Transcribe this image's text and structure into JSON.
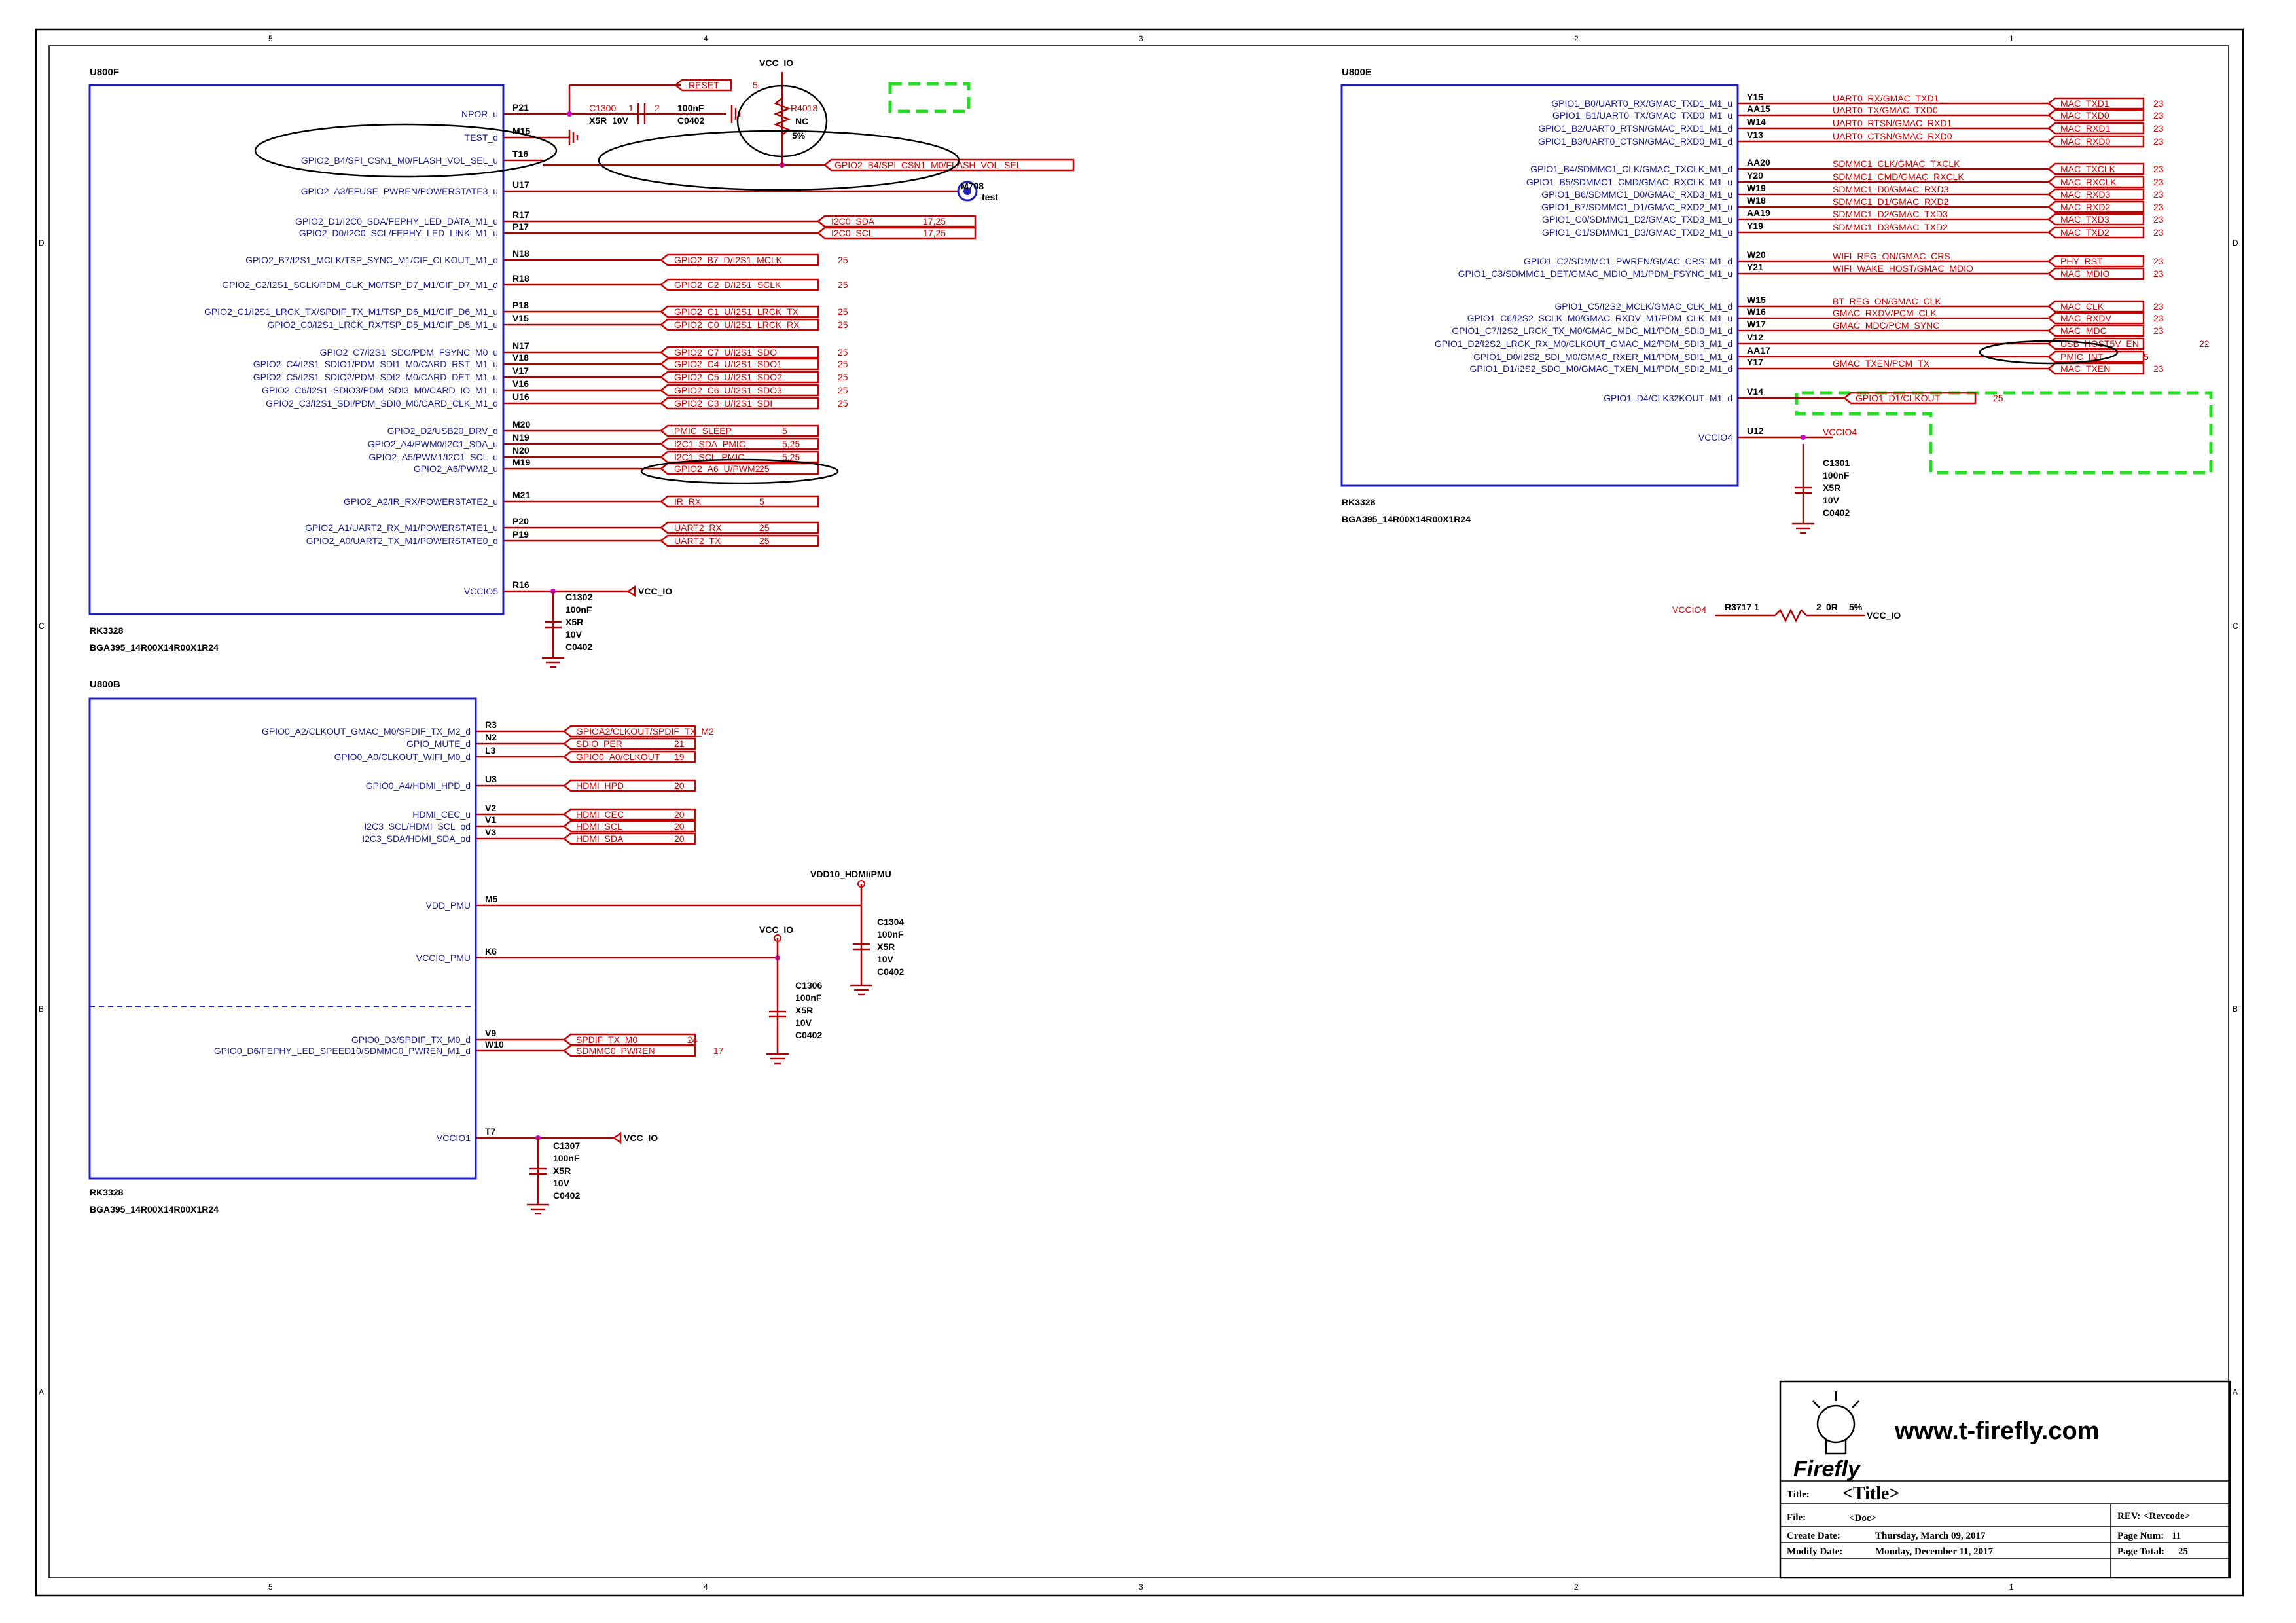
{
  "zones": {
    "columns": [
      "5",
      "4",
      "3",
      "2",
      "1"
    ],
    "rows": [
      "D",
      "C",
      "B",
      "A"
    ]
  },
  "title_block": {
    "url": "www.t-firefly.com",
    "logo_text": "Firefly",
    "title_label": "Title:",
    "title_value": "<Title>",
    "file_label": "File:",
    "file_value": "<Doc>",
    "rev_label": "REV:",
    "rev_value": "<Revcode>",
    "create_label": "Create Date:",
    "create_value": "Thursday, March 09, 2017",
    "modify_label": "Modify Date:",
    "modify_value": "Monday, December 11, 2017",
    "page_num_label": "Page Num:",
    "page_num": "11",
    "page_total_label": "Page Total:",
    "page_total": "25"
  },
  "u800f": {
    "ref": "U800F",
    "part": "RK3328",
    "package": "BGA395_14R00X14R00X1R24",
    "pins": [
      {
        "name": "NPOR_u",
        "num": "P21",
        "net": "RESET",
        "page": "5"
      },
      {
        "name": "TEST_d",
        "num": "M15",
        "net": "",
        "page": ""
      },
      {
        "name": "GPIO2_B4/SPI_CSN1_M0/FLASH_VOL_SEL_u",
        "num": "T16",
        "net": "GPIO2_B4/SPI_CSN1_M0/FLASH_VOL_SEL",
        "page": ""
      },
      {
        "name": "GPIO2_A3/EFUSE_PWREN/POWERSTATE3_u",
        "num": "U17",
        "net": "",
        "page": ""
      },
      {
        "name": "GPIO2_D1/I2C0_SDA/FEPHY_LED_DATA_M1_u",
        "num": "R17",
        "net": "I2C0_SDA",
        "page": "17,25"
      },
      {
        "name": "GPIO2_D0/I2C0_SCL/FEPHY_LED_LINK_M1_u",
        "num": "P17",
        "net": "I2C0_SCL",
        "page": "17,25"
      },
      {
        "name": "GPIO2_B7/I2S1_MCLK/TSP_SYNC_M1/CIF_CLKOUT_M1_d",
        "num": "N18",
        "net": "GPIO2_B7_D/I2S1_MCLK",
        "page": "25"
      },
      {
        "name": "GPIO2_C2/I2S1_SCLK/PDM_CLK_M0/TSP_D7_M1/CIF_D7_M1_d",
        "num": "R18",
        "net": "GPIO2_C2_D/I2S1_SCLK",
        "page": "25"
      },
      {
        "name": "GPIO2_C1/I2S1_LRCK_TX/SPDIF_TX_M1/TSP_D6_M1/CIF_D6_M1_u",
        "num": "P18",
        "net": "GPIO2_C1_U/I2S1_LRCK_TX",
        "page": "25"
      },
      {
        "name": "GPIO2_C0/I2S1_LRCK_RX/TSP_D5_M1/CIF_D5_M1_u",
        "num": "V15",
        "net": "GPIO2_C0_U/I2S1_LRCK_RX",
        "page": "25"
      },
      {
        "name": "GPIO2_C7/I2S1_SDO/PDM_FSYNC_M0_u",
        "num": "N17",
        "net": "GPIO2_C7_U/I2S1_SDO",
        "page": "25"
      },
      {
        "name": "GPIO2_C4/I2S1_SDIO1/PDM_SDI1_M0/CARD_RST_M1_u",
        "num": "V18",
        "net": "GPIO2_C4_U/I2S1_SDO1",
        "page": "25"
      },
      {
        "name": "GPIO2_C5/I2S1_SDIO2/PDM_SDI2_M0/CARD_DET_M1_u",
        "num": "V17",
        "net": "GPIO2_C5_U/I2S1_SDO2",
        "page": "25"
      },
      {
        "name": "GPIO2_C6/I2S1_SDIO3/PDM_SDI3_M0/CARD_IO_M1_u",
        "num": "V16",
        "net": "GPIO2_C6_U/I2S1_SDO3",
        "page": "25"
      },
      {
        "name": "GPIO2_C3/I2S1_SDI/PDM_SDI0_M0/CARD_CLK_M1_d",
        "num": "U16",
        "net": "GPIO2_C3_U/I2S1_SDI",
        "page": "25"
      },
      {
        "name": "GPIO2_D2/USB20_DRV_d",
        "num": "M20",
        "net": "PMIC_SLEEP",
        "page": "5"
      },
      {
        "name": "GPIO2_A4/PWM0/I2C1_SDA_u",
        "num": "N19",
        "net": "I2C1_SDA_PMIC",
        "page": "5,25"
      },
      {
        "name": "GPIO2_A5/PWM1/I2C1_SCL_u",
        "num": "N20",
        "net": "I2C1_SCL_PMIC",
        "page": "5,25"
      },
      {
        "name": "GPIO2_A6/PWM2_u",
        "num": "M19",
        "net": "GPIO2_A6_U/PWM2",
        "page": "25"
      },
      {
        "name": "GPIO2_A2/IR_RX/POWERSTATE2_u",
        "num": "M21",
        "net": "IR_RX",
        "page": "5"
      },
      {
        "name": "GPIO2_A1/UART2_RX_M1/POWERSTATE1_u",
        "num": "P20",
        "net": "UART2_RX",
        "page": "25"
      },
      {
        "name": "GPIO2_A0/UART2_TX_M1/POWERSTATE0_d",
        "num": "P19",
        "net": "UART2_TX",
        "page": "25"
      },
      {
        "name": "VCCIO5",
        "num": "R16",
        "net": "VCC_IO",
        "page": ""
      }
    ]
  },
  "u800e": {
    "ref": "U800E",
    "part": "RK3328",
    "package": "BGA395_14R00X14R00X1R24",
    "pins": [
      {
        "name": "GPIO1_B0/UART0_RX/GMAC_TXD1_M1_u",
        "num": "Y15",
        "net": "UART0_RX/GMAC_TXD1",
        "flag": "MAC_TXD1",
        "page": "23"
      },
      {
        "name": "GPIO1_B1/UART0_TX/GMAC_TXD0_M1_u",
        "num": "AA15",
        "net": "UART0_TX/GMAC_TXD0",
        "flag": "MAC_TXD0",
        "page": "23"
      },
      {
        "name": "GPIO1_B2/UART0_RTSN/GMAC_RXD1_M1_d",
        "num": "W14",
        "net": "UART0_RTSN/GMAC_RXD1",
        "flag": "MAC_RXD1",
        "page": "23"
      },
      {
        "name": "GPIO1_B3/UART0_CTSN/GMAC_RXD0_M1_d",
        "num": "V13",
        "net": "UART0_CTSN/GMAC_RXD0",
        "flag": "MAC_RXD0",
        "page": "23"
      },
      {
        "name": "GPIO1_B4/SDMMC1_CLK/GMAC_TXCLK_M1_d",
        "num": "AA20",
        "net": "SDMMC1_CLK/GMAC_TXCLK",
        "flag": "MAC_TXCLK",
        "page": "23"
      },
      {
        "name": "GPIO1_B5/SDMMC1_CMD/GMAC_RXCLK_M1_u",
        "num": "Y20",
        "net": "SDMMC1_CMD/GMAC_RXCLK",
        "flag": "MAC_RXCLK",
        "page": "23"
      },
      {
        "name": "GPIO1_B6/SDMMC1_D0/GMAC_RXD3_M1_u",
        "num": "W19",
        "net": "SDMMC1_D0/GMAC_RXD3",
        "flag": "MAC_RXD3",
        "page": "23"
      },
      {
        "name": "GPIO1_B7/SDMMC1_D1/GMAC_RXD2_M1_u",
        "num": "W18",
        "net": "SDMMC1_D1/GMAC_RXD2",
        "flag": "MAC_RXD2",
        "page": "23"
      },
      {
        "name": "GPIO1_C0/SDMMC1_D2/GMAC_TXD3_M1_u",
        "num": "AA19",
        "net": "SDMMC1_D2/GMAC_TXD3",
        "flag": "MAC_TXD3",
        "page": "23"
      },
      {
        "name": "GPIO1_C1/SDMMC1_D3/GMAC_TXD2_M1_u",
        "num": "Y19",
        "net": "SDMMC1_D3/GMAC_TXD2",
        "flag": "MAC_TXD2",
        "page": "23"
      },
      {
        "name": "GPIO1_C2/SDMMC1_PWREN/GMAC_CRS_M1_d",
        "num": "W20",
        "net": "WIFI_REG_ON/GMAC_CRS",
        "flag": "PHY_RST",
        "page": "23"
      },
      {
        "name": "GPIO1_C3/SDMMC1_DET/GMAC_MDIO_M1/PDM_FSYNC_M1_u",
        "num": "Y21",
        "net": "WIFI_WAKE_HOST/GMAC_MDIO",
        "flag": "MAC_MDIO",
        "page": "23"
      },
      {
        "name": "GPIO1_C5/I2S2_MCLK/GMAC_CLK_M1_d",
        "num": "W15",
        "net": "BT_REG_ON/GMAC_CLK",
        "flag": "MAC_CLK",
        "page": "23"
      },
      {
        "name": "GPIO1_C6/I2S2_SCLK_M0/GMAC_RXDV_M1/PDM_CLK_M1_u",
        "num": "W16",
        "net": "GMAC_RXDV/PCM_CLK",
        "flag": "MAC_RXDV",
        "page": "23"
      },
      {
        "name": "GPIO1_C7/I2S2_LRCK_TX_M0/GMAC_MDC_M1/PDM_SDI0_M1_d",
        "num": "W17",
        "net": "GMAC_MDC/PCM_SYNC",
        "flag": "MAC_MDC",
        "page": "23"
      },
      {
        "name": "GPIO1_D2/I2S2_LRCK_RX_M0/CLKOUT_GMAC_M2/PDM_SDI3_M1_d",
        "num": "V12",
        "net": "",
        "flag": "USB_HOST5V_EN",
        "page": "22"
      },
      {
        "name": "GPIO1_D0/I2S2_SDI_M0/GMAC_RXER_M1/PDM_SDI1_M1_d",
        "num": "AA17",
        "net": "",
        "flag": "PMIC_INT",
        "page": "5"
      },
      {
        "name": "GPIO1_D1/I2S2_SDO_M0/GMAC_TXEN_M1/PDM_SDI2_M1_d",
        "num": "Y17",
        "net": "GMAC_TXEN/PCM_TX",
        "flag": "MAC_TXEN",
        "page": "23"
      },
      {
        "name": "GPIO1_D4/CLK32KOUT_M1_d",
        "num": "V14",
        "net": "GPIO1_D1/CLKOUT",
        "flag": "",
        "page": "25"
      },
      {
        "name": "VCCIO4",
        "num": "U12",
        "net": "VCCIO4",
        "flag": "",
        "page": ""
      }
    ]
  },
  "u800b": {
    "ref": "U800B",
    "part": "RK3328",
    "package": "BGA395_14R00X14R00X1R24",
    "pins": [
      {
        "name": "GPIO0_A2/CLKOUT_GMAC_M0/SPDIF_TX_M2_d",
        "num": "R3",
        "net": "GPIOA2/CLKOUT/SPDIF_TX_M2",
        "page": ""
      },
      {
        "name": "GPIO_MUTE_d",
        "num": "N2",
        "net": "SDIO_PER",
        "page": "21"
      },
      {
        "name": "GPIO0_A0/CLKOUT_WIFI_M0_d",
        "num": "L3",
        "net": "GPIO0_A0/CLKOUT",
        "page": "19"
      },
      {
        "name": "GPIO0_A4/HDMI_HPD_d",
        "num": "U3",
        "net": "HDMI_HPD",
        "page": "20"
      },
      {
        "name": "HDMI_CEC_u",
        "num": "V2",
        "net": "HDMI_CEC",
        "page": "20"
      },
      {
        "name": "I2C3_SCL/HDMI_SCL_od",
        "num": "V1",
        "net": "HDMI_SCL",
        "page": "20"
      },
      {
        "name": "I2C3_SDA/HDMI_SDA_od",
        "num": "V3",
        "net": "HDMI_SDA",
        "page": "20"
      },
      {
        "name": "VDD_PMU",
        "num": "M5",
        "net": "VDD10_HDMI/PMU",
        "page": ""
      },
      {
        "name": "VCCIO_PMU",
        "num": "K6",
        "net": "VCC_IO",
        "page": ""
      },
      {
        "name": "GPIO0_D3/SPDIF_TX_M0_d",
        "num": "V9",
        "net": "SPDIF_TX_M0",
        "page": "24"
      },
      {
        "name": "GPIO0_D6/FEPHY_LED_SPEED10/SDMMC0_PWREN_M1_d",
        "num": "W10",
        "net": "SDMMC0_PWREN",
        "page": "17"
      },
      {
        "name": "VCCIO1",
        "num": "T7",
        "net": "VCC_IO",
        "page": ""
      }
    ]
  },
  "components": {
    "c1300": {
      "ref": "C1300",
      "pin1": "1",
      "pin2": "2",
      "value": "100nF",
      "dielectric": "X5R",
      "voltage": "10V",
      "package": "C0402"
    },
    "r4018": {
      "ref": "R4018",
      "value": "NC",
      "tol": "5%",
      "rail": "VCC_IO"
    },
    "m708": {
      "ref": "M708",
      "label": "test"
    },
    "c1302": {
      "ref": "C1302",
      "value": "100nF",
      "dielectric": "X5R",
      "voltage": "10V",
      "package": "C0402",
      "rail": "VCC_IO"
    },
    "c1301": {
      "ref": "C1301",
      "value": "100nF",
      "dielectric": "X5R",
      "voltage": "10V",
      "package": "C0402"
    },
    "r3717": {
      "ref": "R3717",
      "pin1": "1",
      "pin2": "2",
      "value": "0R",
      "tol": "5%",
      "from": "VCCIO4",
      "to": "VCC_IO"
    },
    "c1304": {
      "ref": "C1304",
      "value": "100nF",
      "dielectric": "X5R",
      "voltage": "10V",
      "package": "C0402"
    },
    "c1306": {
      "ref": "C1306",
      "value": "100nF",
      "dielectric": "X5R",
      "voltage": "10V",
      "package": "C0402",
      "rail": "VCC_IO"
    },
    "c1307": {
      "ref": "C1307",
      "value": "100nF",
      "dielectric": "X5R",
      "voltage": "10V",
      "package": "C0402",
      "rail": "VCC_IO"
    }
  },
  "colors": {
    "part_outline": "#1f1fbf",
    "wire": "#b00000",
    "net_text": "#cc0000",
    "pin_text": "#1a1a8c",
    "highlight": "#22dd22"
  }
}
